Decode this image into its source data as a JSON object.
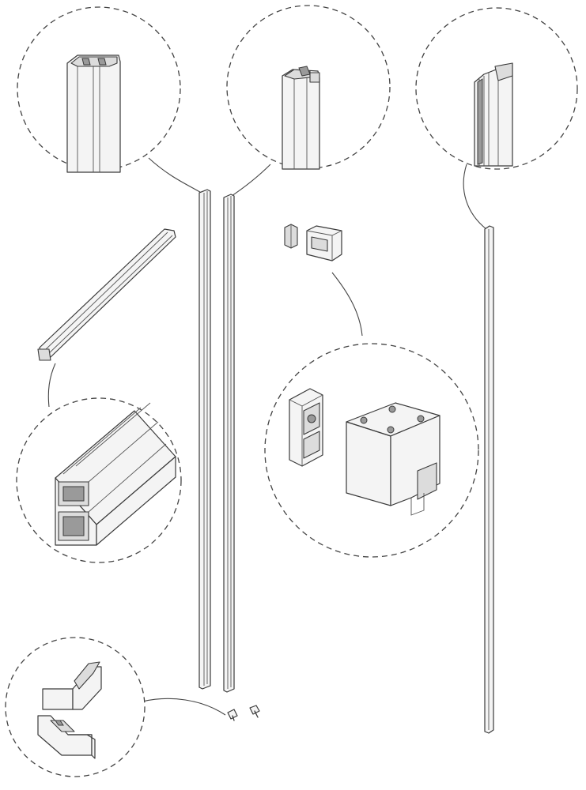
{
  "diagram": {
    "parts": [
      {
        "id": "left-upright-profile",
        "icon": "profile-icon"
      },
      {
        "id": "right-upright-profile",
        "icon": "profile-icon"
      },
      {
        "id": "thin-upright-profile",
        "icon": "profile-icon"
      },
      {
        "id": "horizontal-rail-profile",
        "icon": "profile-icon"
      },
      {
        "id": "roller-and-bracket",
        "icon": "bracket-icon"
      },
      {
        "id": "end-caps",
        "icon": "end-cap-icon"
      },
      {
        "id": "small-screws",
        "icon": "screw-icon"
      }
    ],
    "line_color": "#3a3a3a",
    "background": "#ffffff"
  }
}
